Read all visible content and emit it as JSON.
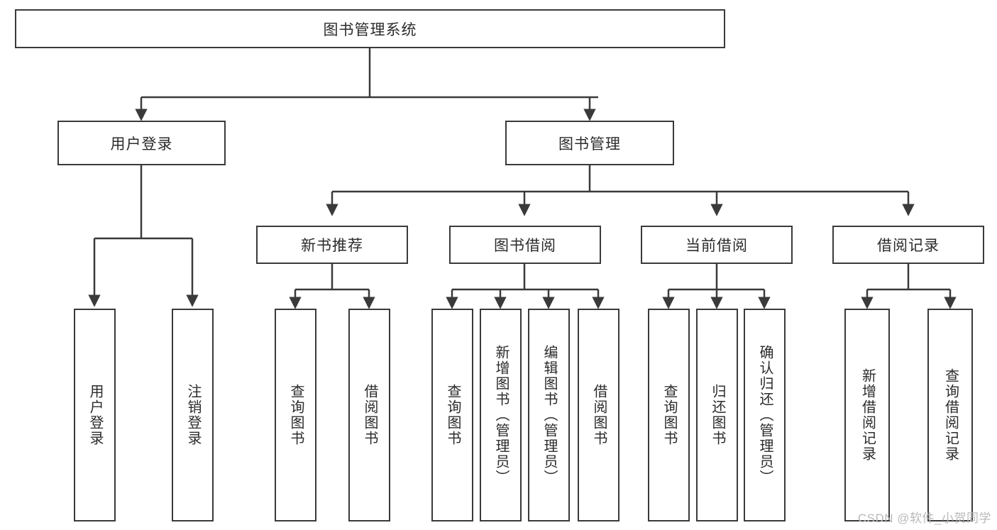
{
  "diagram": {
    "title_box": {
      "label": "图书管理系统"
    },
    "level2": [
      {
        "id": "user-login",
        "label": "用户登录"
      },
      {
        "id": "book-management",
        "label": "图书管理"
      }
    ],
    "level3": [
      {
        "id": "new-book-recommend",
        "label": "新书推荐"
      },
      {
        "id": "book-borrow",
        "label": "图书借阅"
      },
      {
        "id": "current-borrow",
        "label": "当前借阅"
      },
      {
        "id": "borrow-record",
        "label": "借阅记录"
      }
    ],
    "leaves": {
      "user_login": [
        {
          "id": "leaf-user-login",
          "label": "用户登录"
        },
        {
          "id": "leaf-logout-login",
          "label": "注销登录"
        }
      ],
      "new_book_recommend": [
        {
          "id": "leaf-query-book-1",
          "label": "查询图书"
        },
        {
          "id": "leaf-borrow-book-1",
          "label": "借阅图书"
        }
      ],
      "book_borrow": [
        {
          "id": "leaf-query-book-2",
          "label": "查询图书"
        },
        {
          "id": "leaf-add-book",
          "label": "新增图书（管理员）"
        },
        {
          "id": "leaf-edit-book",
          "label": "编辑图书（管理员）"
        },
        {
          "id": "leaf-borrow-book-2",
          "label": "借阅图书"
        }
      ],
      "current_borrow": [
        {
          "id": "leaf-query-book-3",
          "label": "查询图书"
        },
        {
          "id": "leaf-return-book",
          "label": "归还图书"
        },
        {
          "id": "leaf-confirm-return",
          "label": "确认归还（管理员）"
        }
      ],
      "borrow_record": [
        {
          "id": "leaf-add-record",
          "label": "新增借阅记录"
        },
        {
          "id": "leaf-query-record",
          "label": "查询借阅记录"
        }
      ]
    },
    "watermark": "CSDN @软件_小贺同学",
    "colors": {
      "border": "#3a3a3a",
      "text": "#2b2b2b",
      "background": "#ffffff",
      "watermark": "#b9b9b9"
    }
  }
}
